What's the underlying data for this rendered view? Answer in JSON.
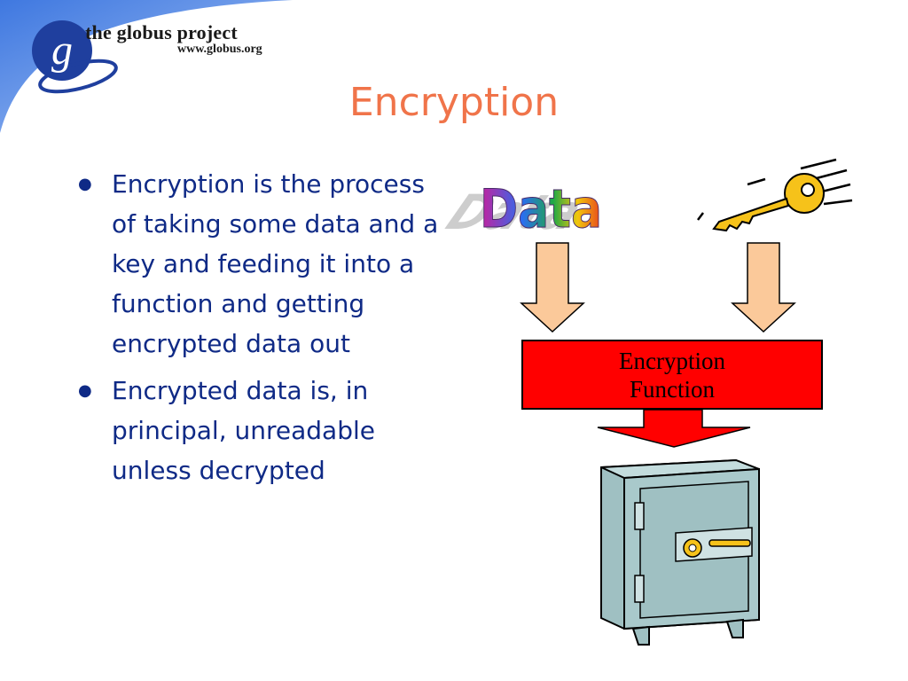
{
  "header": {
    "brand": "the globus project",
    "url": "www.globus.org",
    "logo_letter": "g"
  },
  "slide": {
    "title": "Encryption",
    "bullets": [
      "Encryption is the process of taking some data and a key and feeding it into a function and getting encrypted data out",
      "Encrypted data is, in principal, unreadable unless decrypted"
    ]
  },
  "diagram": {
    "data_label": "Data",
    "function_label_line1": "Encryption",
    "function_label_line2": "Function"
  },
  "colors": {
    "title": "#f0744a",
    "body_text": "#0f2a86",
    "function_box": "#ff0000",
    "arrow_fill": "#fbc99a",
    "swoosh": "#5b8fe6",
    "safe": "#9fc0c2",
    "key": "#f6c21a"
  }
}
